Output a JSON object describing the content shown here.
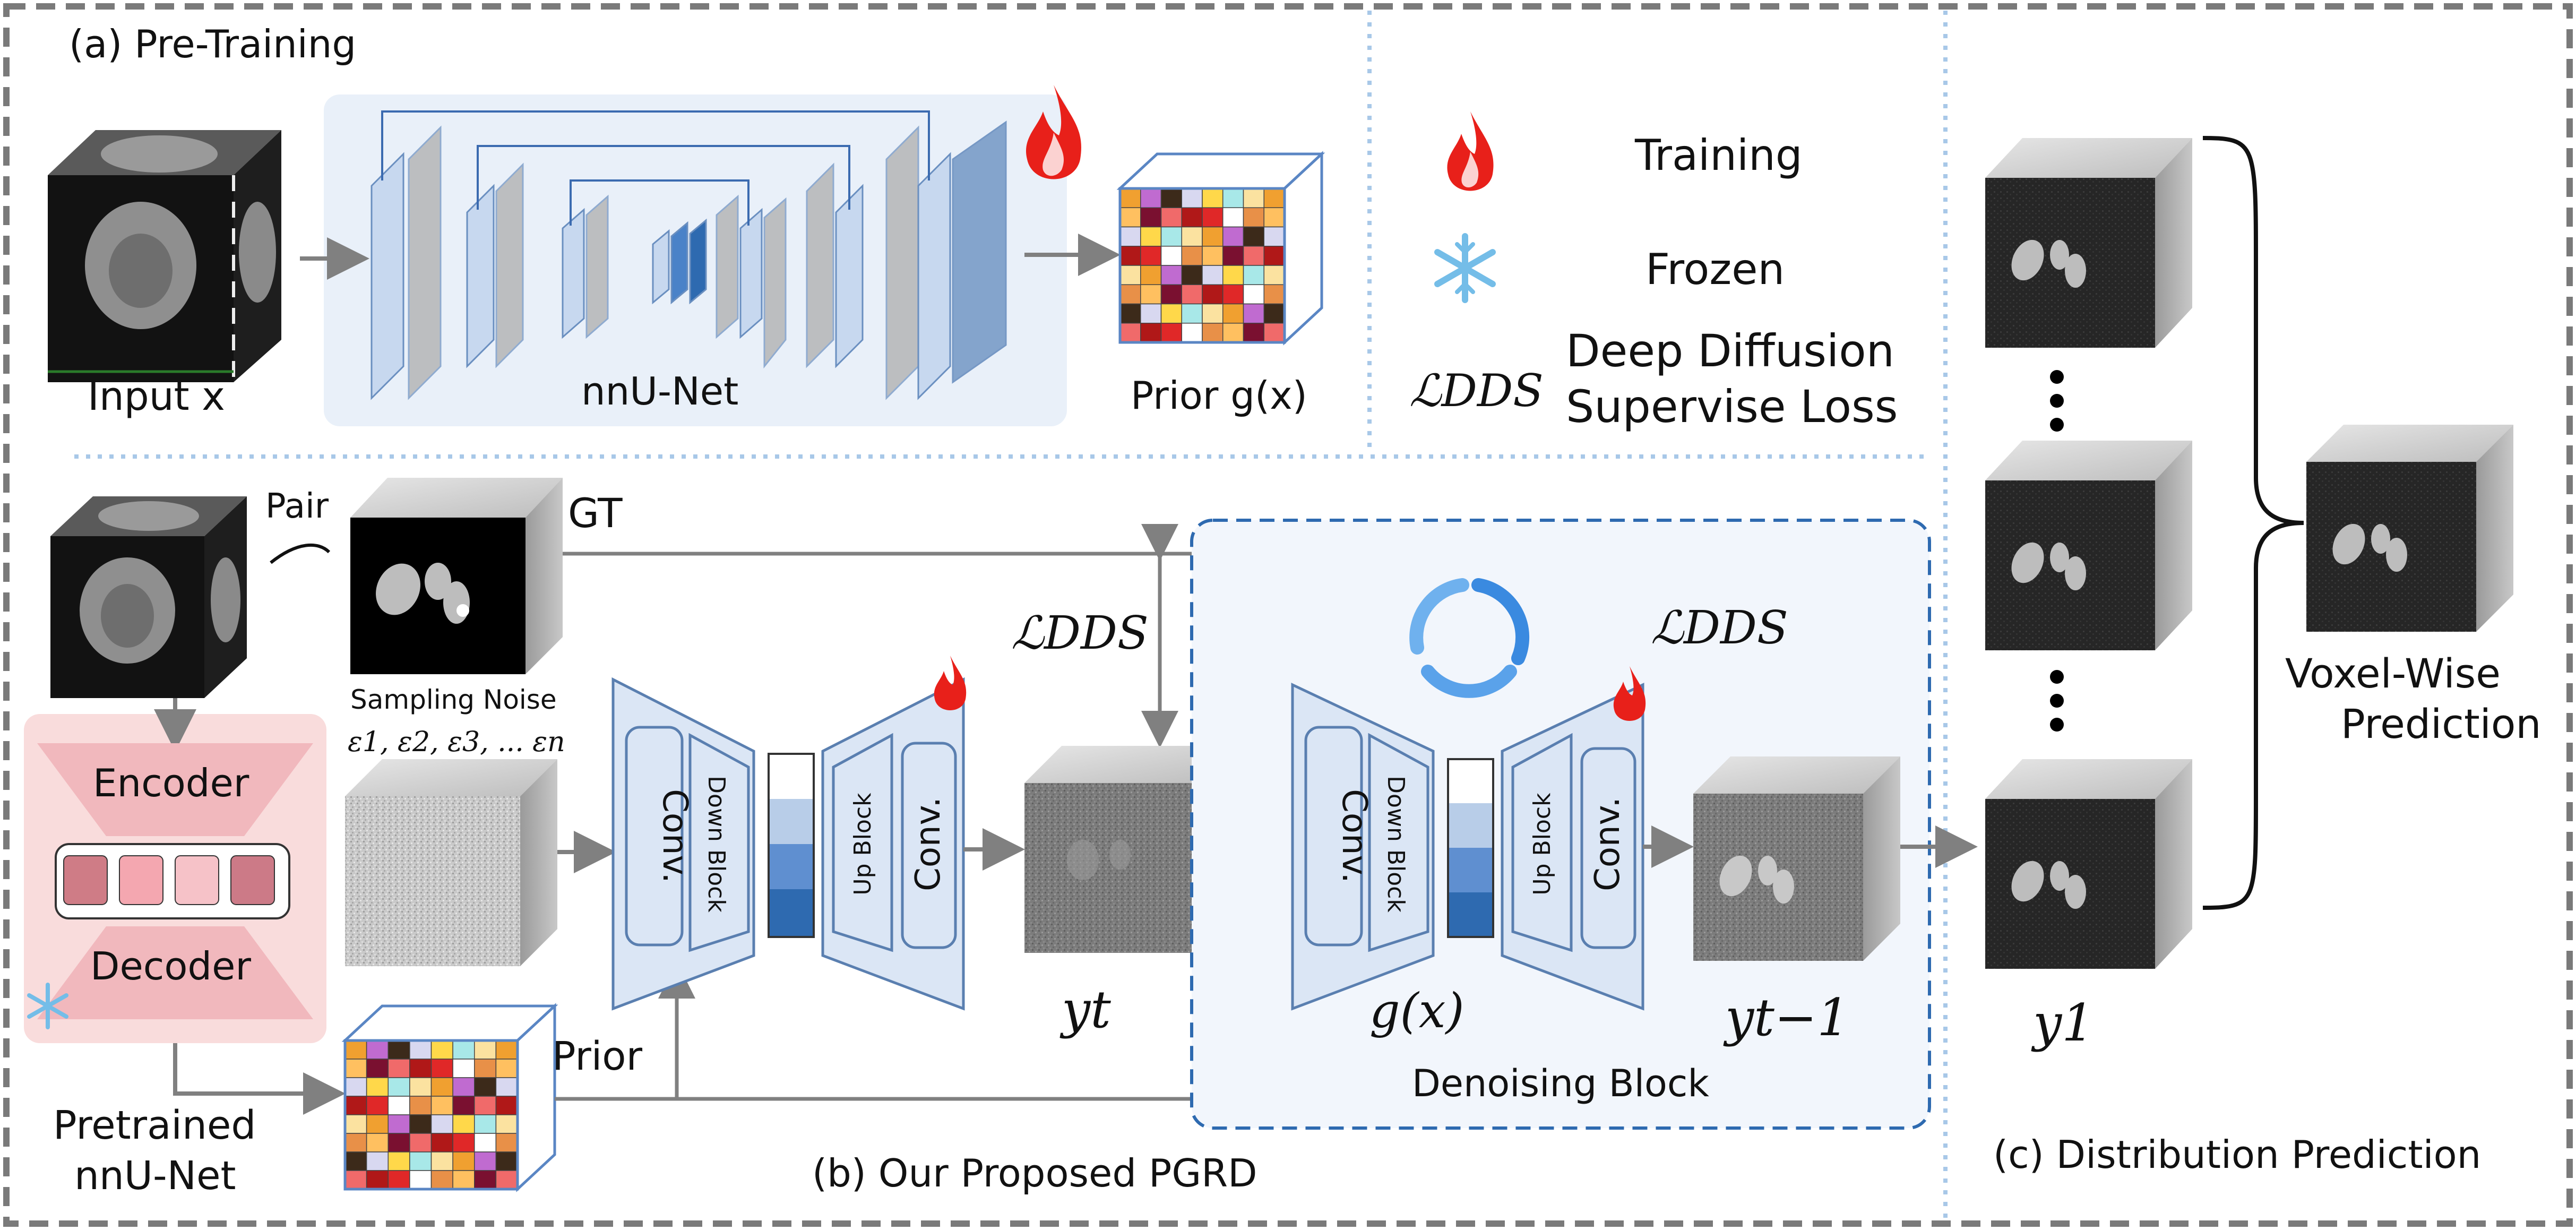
{
  "panels": {
    "pretraining_title": "(a) Pre-Training",
    "proposed_title": "(b)   Our Proposed PGRD",
    "distribution_title": "(c) Distribution Prediction"
  },
  "pretraining": {
    "input_label": "Input x",
    "network_label": "nnU-Net",
    "prior_label": "Prior g(x)"
  },
  "legend": {
    "training": "Training",
    "frozen": "Frozen",
    "loss_symbol": "ℒDDS",
    "loss_line1": "Deep Diffusion",
    "loss_line2": "Supervise Loss"
  },
  "proposed": {
    "pair_label": "Pair",
    "gt_label": "GT",
    "sampling_noise": "Sampling Noise",
    "noise_terms": "ε1,  ε2,  ε3, ... εn",
    "encoder": "Encoder",
    "decoder": "Decoder",
    "pretrained_line1": "Pretrained",
    "pretrained_line2": "nnU-Net",
    "prior_label": "Prior",
    "conv": "Conv.",
    "down_block": "Down Block",
    "up_block": "Up Block",
    "loss_left": "ℒDDS",
    "loss_right": "ℒDDS",
    "yt": "yt",
    "gx": "g(x)",
    "yt1": "yt−1",
    "denoising_block": "Denoising Block"
  },
  "distribution": {
    "y1": "y1",
    "voxel_line1": "Voxel-Wise",
    "voxel_line2": "Prediction"
  },
  "colors": {
    "dash_border": "#7a7a7a",
    "dotted_divider": "#a8c8e8",
    "pretrain_panel": "#e9f0f9",
    "denoise_panel_border": "#2e6ab0",
    "denoise_panel_fill": "#f2f6fc",
    "encoder_fill": "#f9dcdc",
    "block_fill": "#dbe6f5",
    "block_stroke": "#5a7fb0",
    "arrow": "#808080",
    "flame": "#e8201a",
    "snowflake": "#74bde8"
  },
  "icons": [
    "flame-icon",
    "snowflake-icon",
    "cycle-icon"
  ]
}
